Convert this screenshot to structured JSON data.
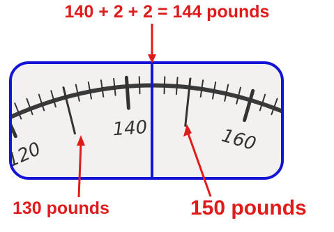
{
  "equation": "140 + 2 + 2 = 144 pounds",
  "callouts": {
    "left": "130 pounds",
    "right": "150 pounds"
  },
  "scale": {
    "tick_labels": [
      "120",
      "140",
      "160"
    ],
    "major_values": [
      120,
      140,
      160
    ],
    "minor_step": 2,
    "pointer_value": 144,
    "annotated_values": [
      130,
      150
    ]
  },
  "colors": {
    "annotation": "#e01b1b",
    "frame": "#1414d6",
    "pointer": "#1414d6",
    "dial_face": "#f3f1ef",
    "ticks": "#333333"
  }
}
